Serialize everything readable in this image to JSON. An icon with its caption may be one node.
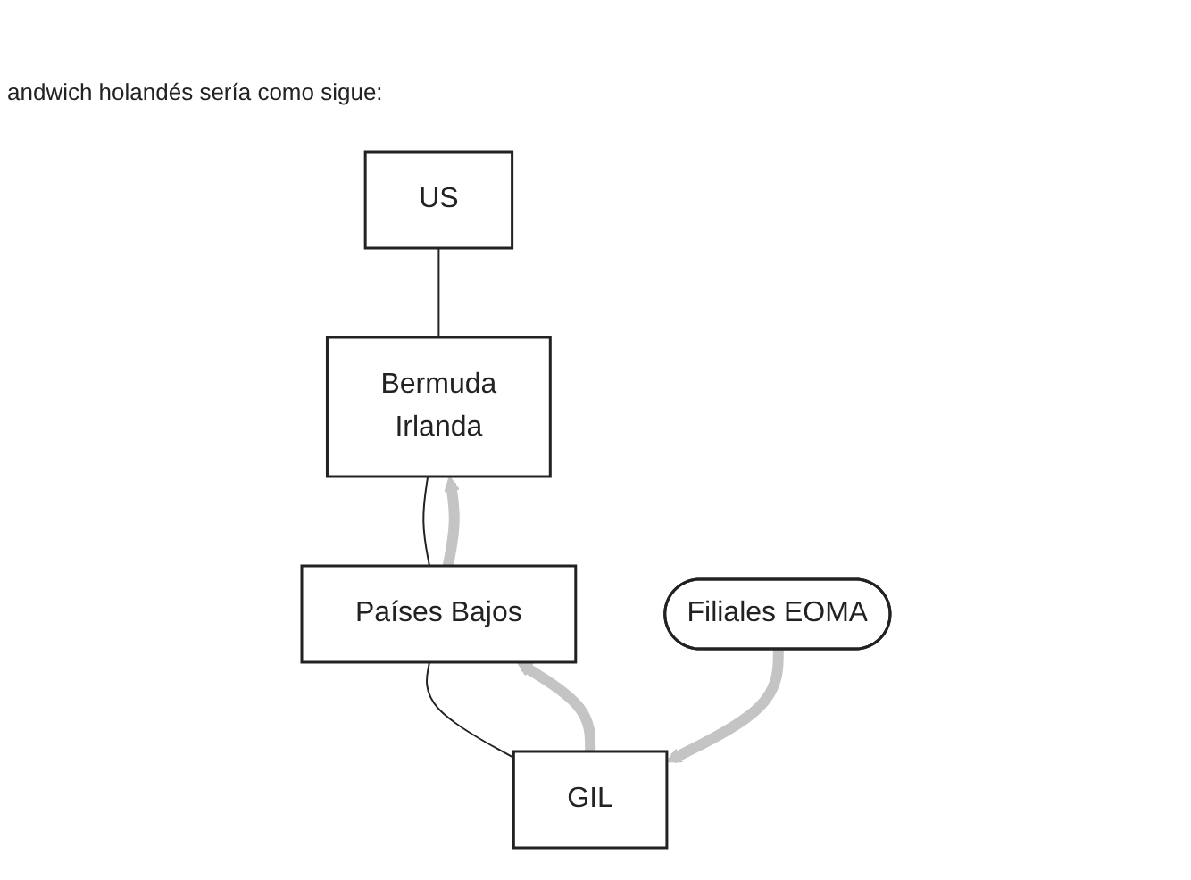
{
  "diagram": {
    "nodes": [
      {
        "text": [
          "US"
        ]
      },
      {
        "text": [
          "Bermuda",
          "Irlanda"
        ]
      },
      {
        "text": [
          "Países Bajos"
        ]
      },
      {
        "text": [
          "GIL"
        ]
      },
      {
        "text": [
          "Filiales EOMA"
        ]
      }
    ],
    "edges": [
      {
        "from": 0,
        "to": 1,
        "arrow": "none"
      },
      {
        "from": 1,
        "to": 2,
        "arrow": "none"
      },
      {
        "from": 2,
        "to": 3,
        "arrow": "none"
      },
      {
        "from": 4,
        "to": 3,
        "arrow": "to",
        "style": "thick",
        "color": "#c4c4c4"
      },
      {
        "from": 3,
        "to": 2,
        "arrow": "to",
        "style": "thick",
        "color": "#c4c4c4"
      },
      {
        "from": 2,
        "to": 1,
        "arrow": "to",
        "style": "thick",
        "color": "#c4c4c4"
      }
    ],
    "labels": [
      "andwich holandés sería como sigue:"
    ]
  }
}
